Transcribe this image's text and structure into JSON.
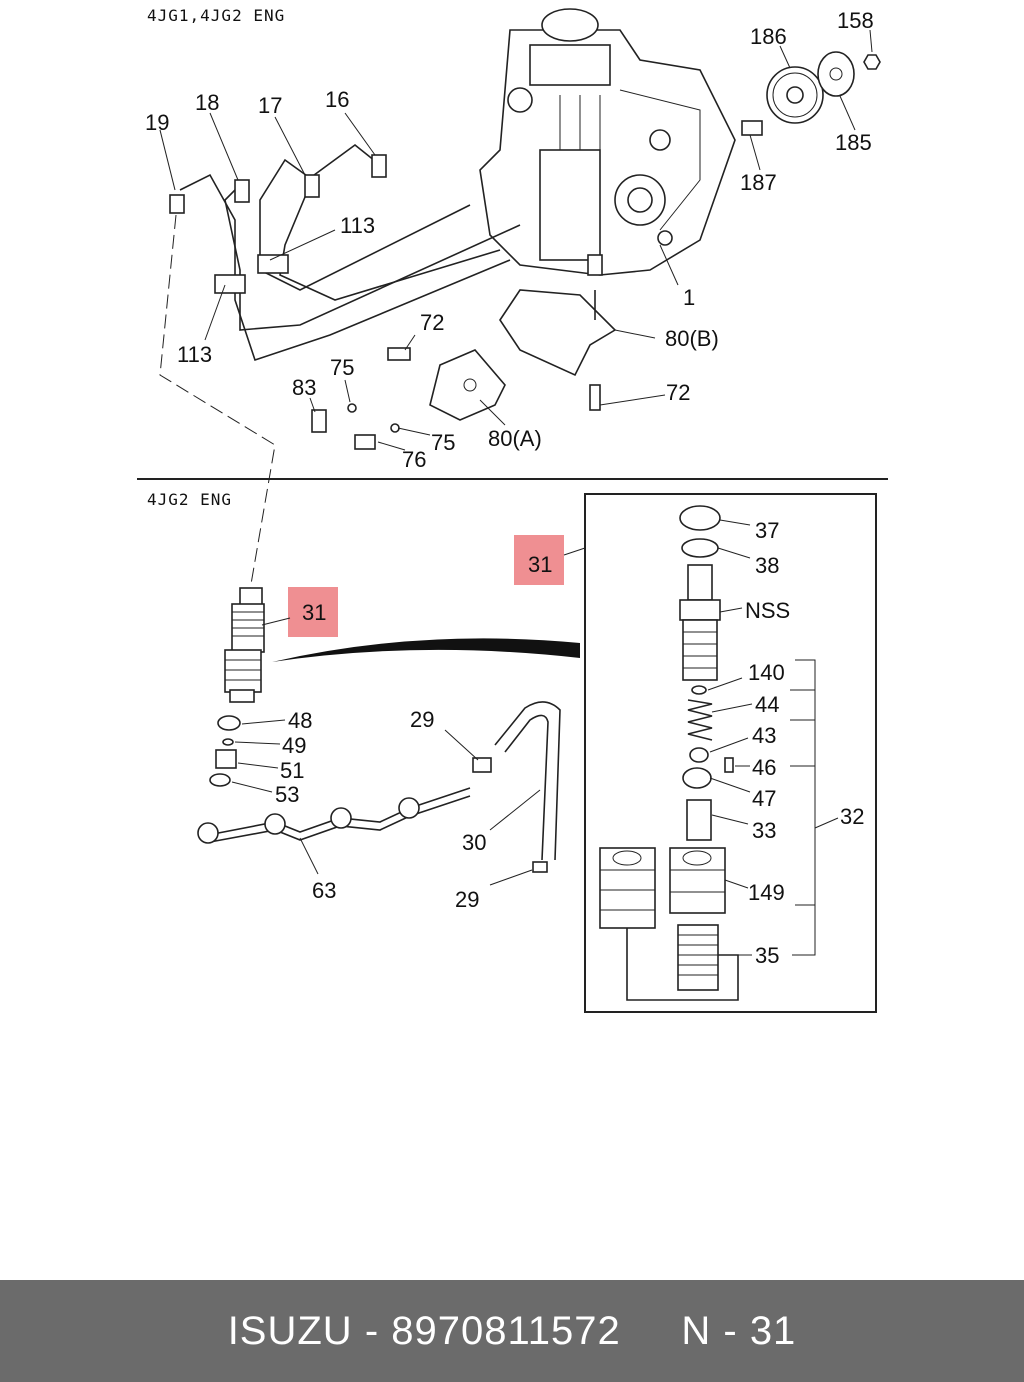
{
  "diagram": {
    "header_top": "4JG1,4JG2 ENG",
    "header_bottom": "4JG2 ENG",
    "labels_top": [
      "158",
      "186",
      "185",
      "187",
      "16",
      "17",
      "18",
      "19",
      "113",
      "113",
      "1",
      "72",
      "80(B)",
      "75",
      "83",
      "72",
      "75",
      "76",
      "80(A)"
    ],
    "labels_bottom": [
      "31",
      "31",
      "48",
      "49",
      "51",
      "53",
      "63",
      "29",
      "30",
      "29"
    ],
    "labels_detail": [
      "37",
      "38",
      "NSS",
      "140",
      "44",
      "43",
      "46",
      "47",
      "33",
      "149",
      "35",
      "32"
    ]
  },
  "footer": {
    "brand": "ISUZU",
    "separator": "-",
    "part_number": "8970811572",
    "spacer": "     ",
    "position_prefix": "N",
    "position_separator": "-",
    "position_number": "31"
  }
}
